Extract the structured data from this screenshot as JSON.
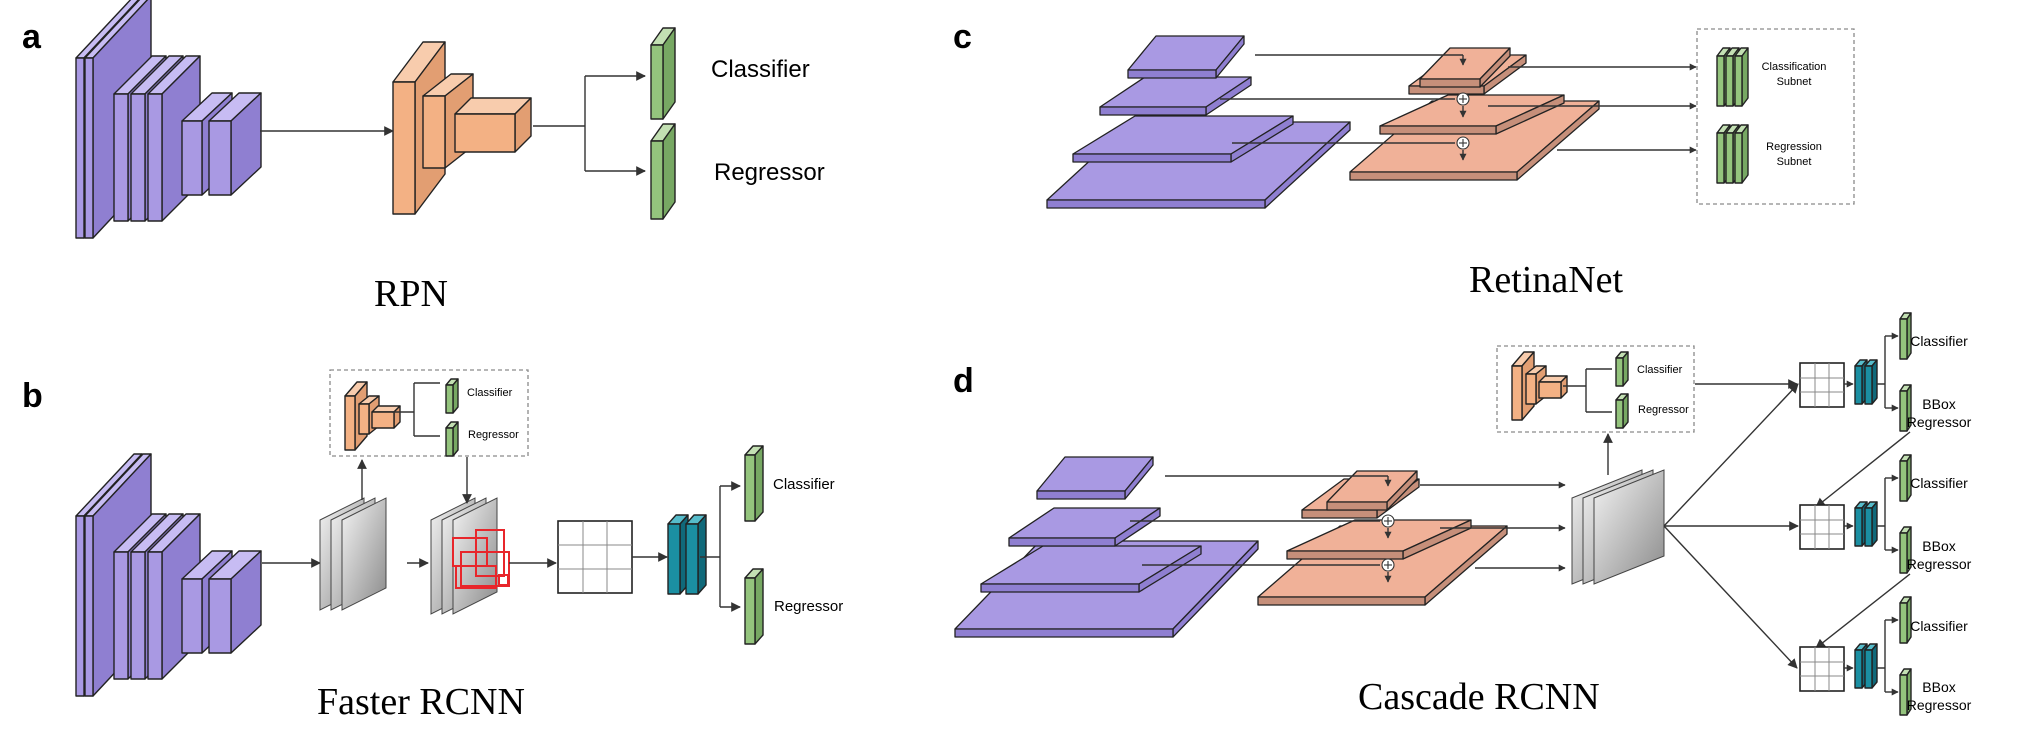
{
  "panels": {
    "a": {
      "letter": "a",
      "title": "RPN",
      "classifier": "Classifier",
      "regressor": "Regressor"
    },
    "b": {
      "letter": "b",
      "title": "Faster RCNN",
      "inset_classifier": "Classifier",
      "inset_regressor": "Regressor",
      "classifier": "Classifier",
      "regressor": "Regressor"
    },
    "c": {
      "letter": "c",
      "title": "RetinaNet",
      "cls_line1": "Classification",
      "cls_line2": "Subnet",
      "reg_line1": "Regression",
      "reg_line2": "Subnet"
    },
    "d": {
      "letter": "d",
      "title": "Cascade RCNN",
      "inset_classifier": "Classifier",
      "inset_regressor": "Regressor",
      "stages": [
        {
          "classifier": "Classifier",
          "bbox1": "BBox",
          "bbox2": "Regressor"
        },
        {
          "classifier": "Classifier",
          "bbox1": "BBox",
          "bbox2": "Regressor"
        },
        {
          "classifier": "Classifier",
          "bbox1": "BBox",
          "bbox2": "Regressor"
        }
      ]
    }
  },
  "colors": {
    "backbone": "#a999e3",
    "rpn": "#f3b184",
    "fpn": "#c68f7a",
    "head": "#94c47d",
    "fc": "#1b8fa2"
  }
}
